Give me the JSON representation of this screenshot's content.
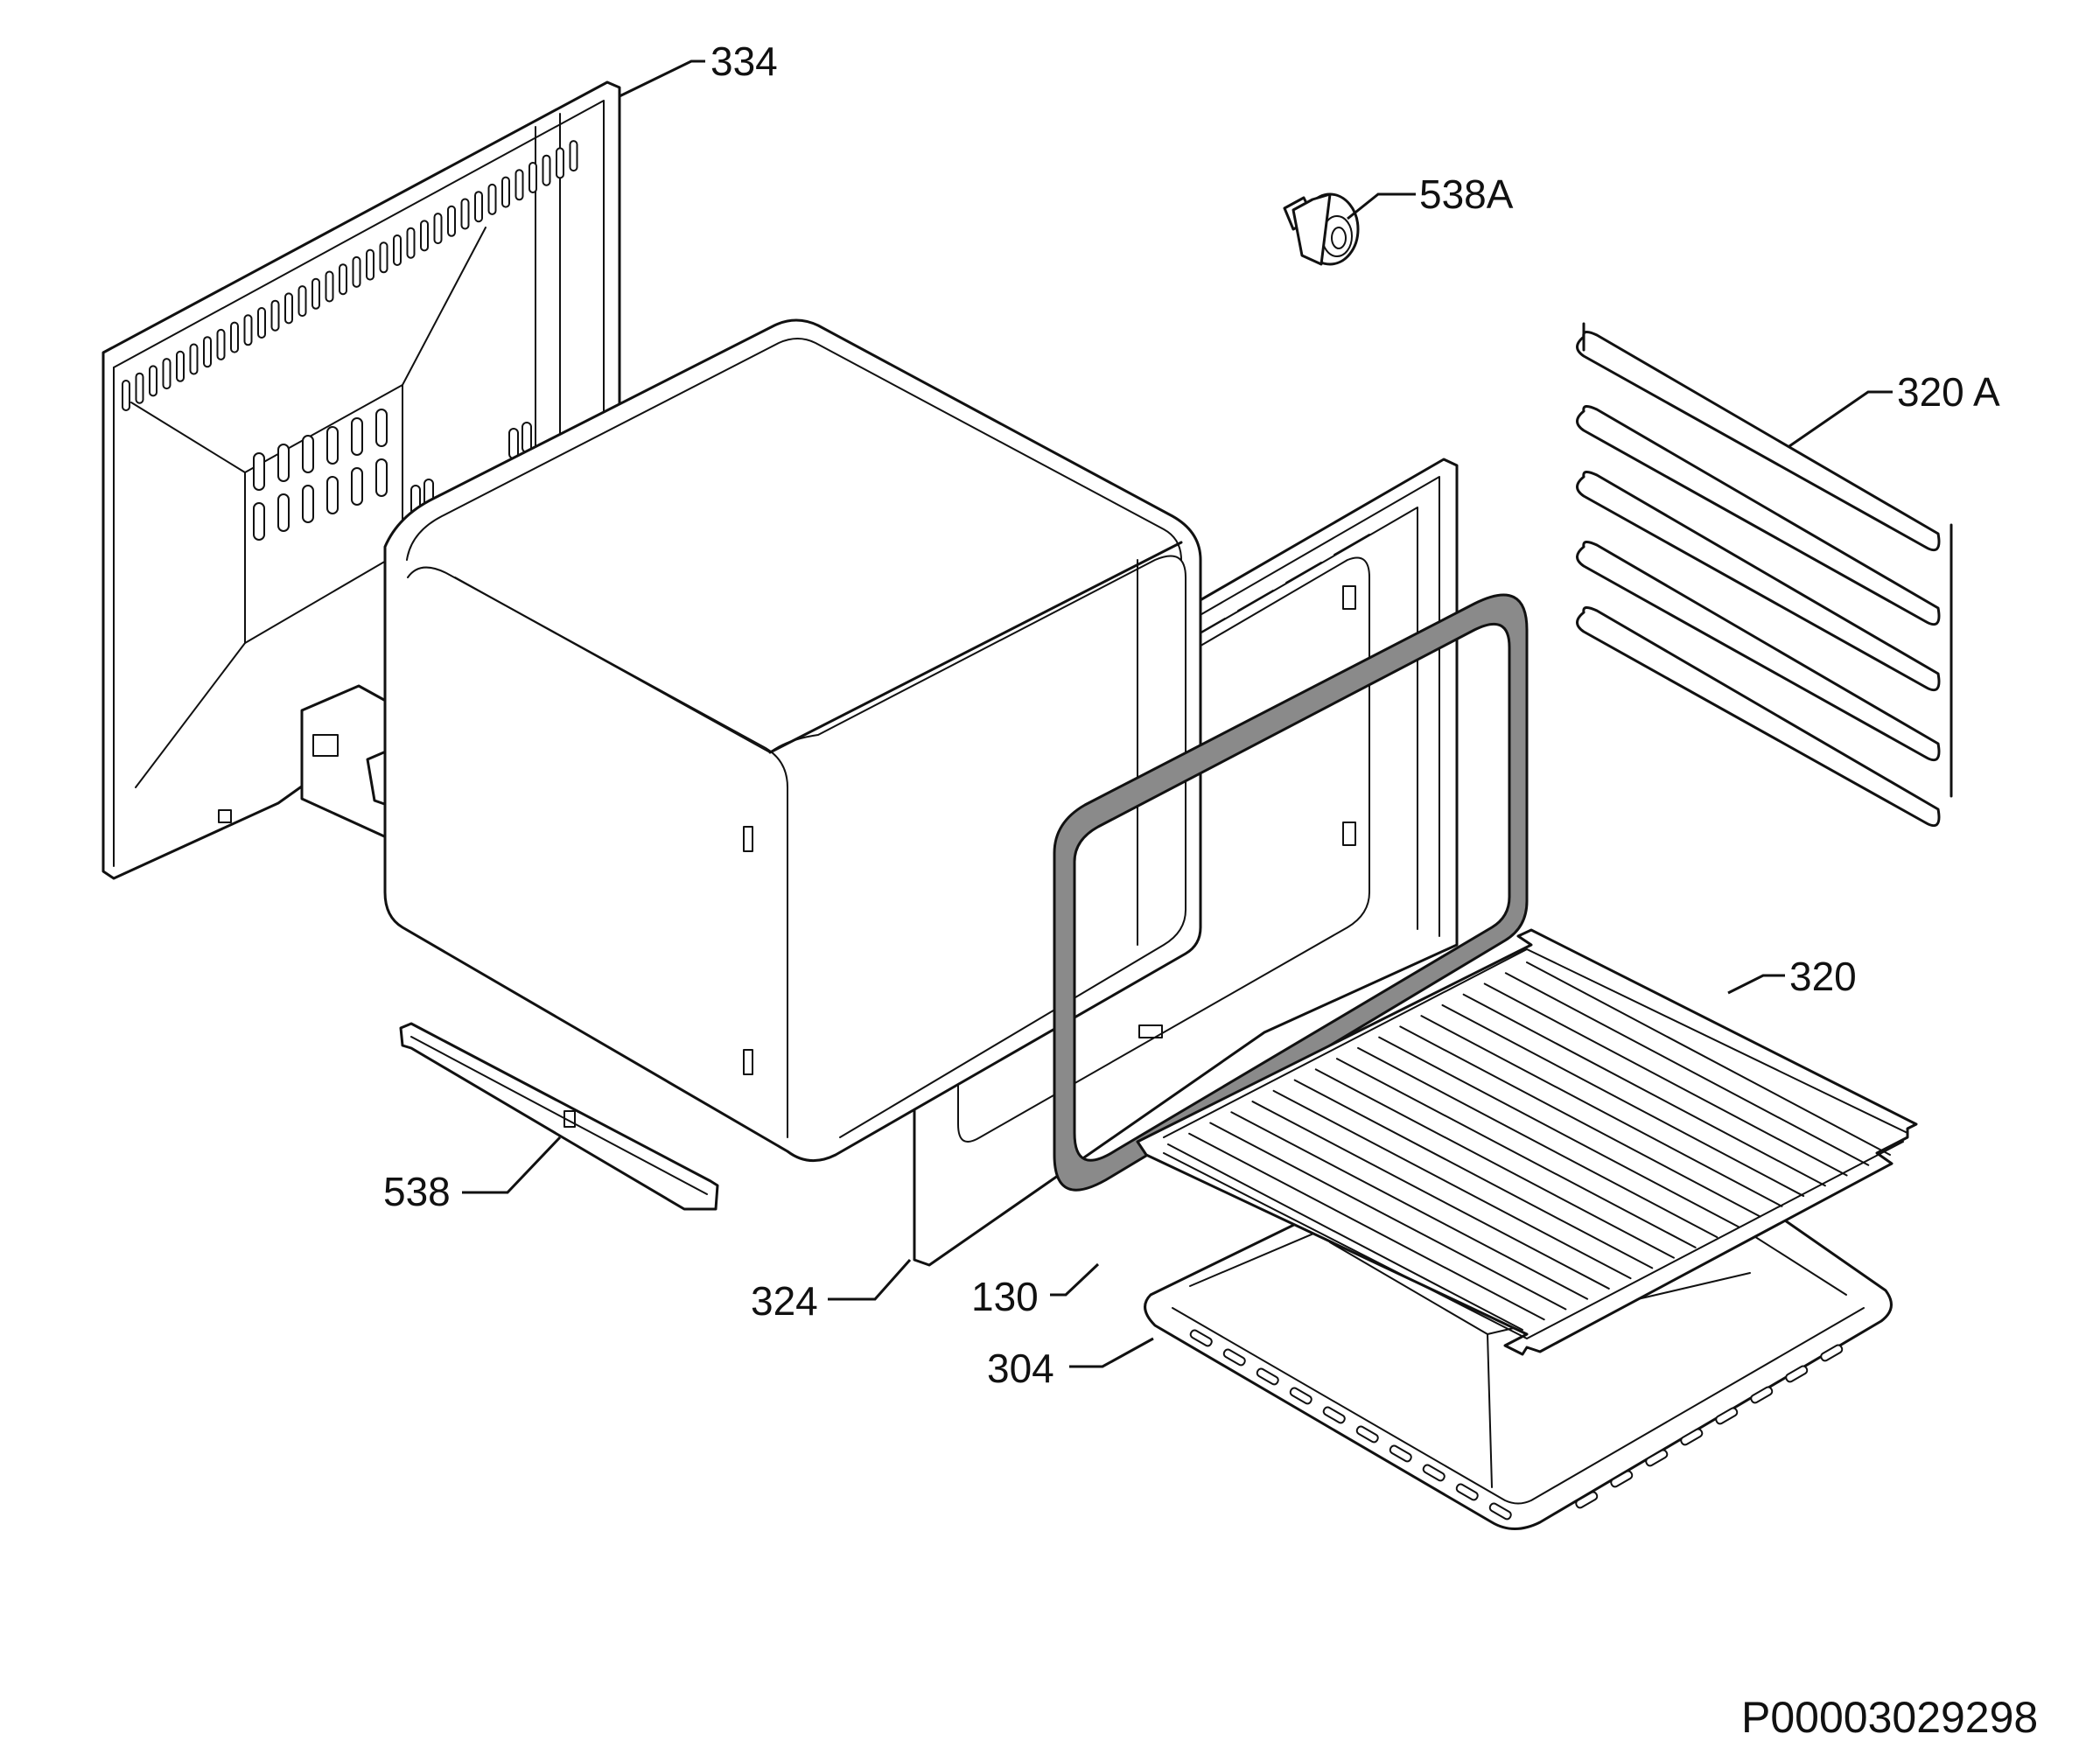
{
  "labels": {
    "p334": "334",
    "p538a": "538A",
    "p320a": "320 A",
    "p320": "320",
    "p538": "538",
    "p324": "324",
    "p130": "130",
    "p304": "304"
  },
  "drawing_code": "P00003029298"
}
